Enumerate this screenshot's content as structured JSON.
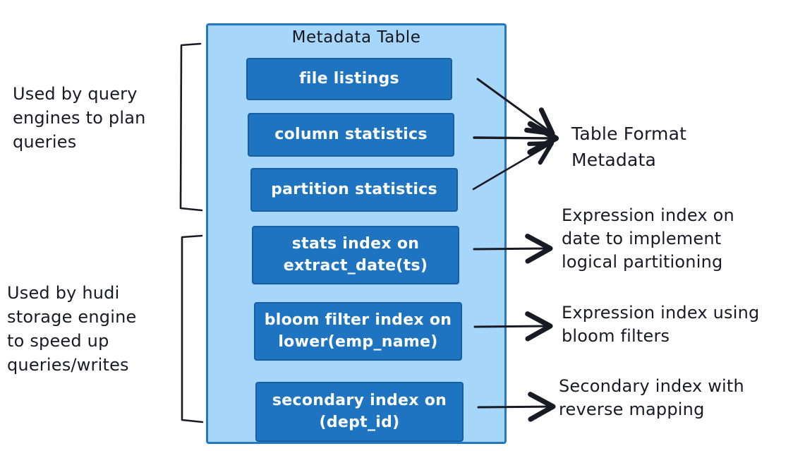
{
  "diagram": {
    "title": "Metadata Table",
    "container_boxes": [
      {
        "id": "file-listings",
        "label": "file listings"
      },
      {
        "id": "column-statistics",
        "label": "column statistics"
      },
      {
        "id": "partition-statistics",
        "label": "partition statistics"
      },
      {
        "id": "stats-index",
        "label": "stats index on\nextract_date(ts)"
      },
      {
        "id": "bloom-filter-index",
        "label": "bloom filter index on\nlower(emp_name)"
      },
      {
        "id": "secondary-index",
        "label": "secondary index on\n(dept_id)"
      }
    ],
    "left_annotations": [
      {
        "id": "query-engines",
        "text": "Used by query\nengines to plan\nqueries"
      },
      {
        "id": "hudi-storage",
        "text": "Used by hudi\nstorage engine\nto speed up\nqueries/writes"
      }
    ],
    "right_annotations": [
      {
        "id": "table-format-metadata",
        "text": "Table Format\nMetadata"
      },
      {
        "id": "expression-index-date",
        "text": "Expression index on\ndate to implement\nlogical partitioning"
      },
      {
        "id": "expression-index-bloom",
        "text": "Expression index using\nbloom filters"
      },
      {
        "id": "secondary-index-reverse",
        "text": "Secondary index with\nreverse mapping"
      }
    ],
    "colors": {
      "container_fill": "#A6D6FA",
      "container_border": "#2478C2",
      "box_fill": "#1E74C0",
      "box_border": "#175FA5",
      "box_text": "#FFFFFF",
      "ink": "#1A1A24",
      "background": "#FFFFFF"
    }
  }
}
